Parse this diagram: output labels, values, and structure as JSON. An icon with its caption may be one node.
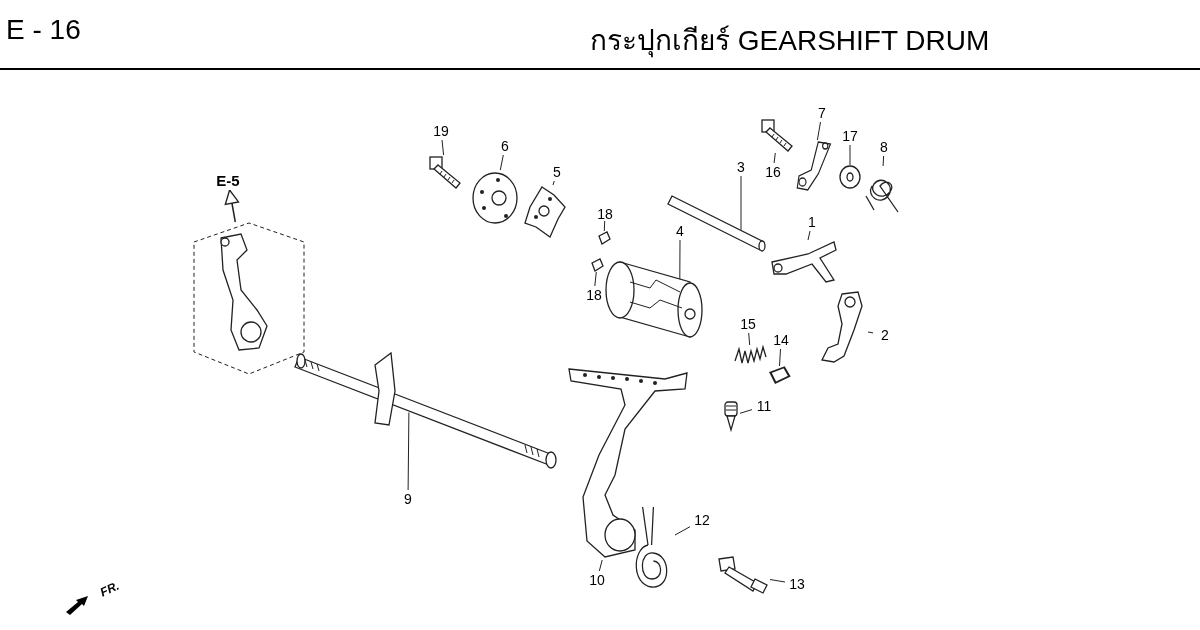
{
  "diagram": {
    "title": "กระปุกเกียร์ GEARSHIFT DRUM",
    "nodes": [
      {
        "text": [
          "E-5"
        ]
      },
      {
        "text": [],
        "shape": "box"
      },
      {
        "text": [],
        "shape": "picture",
        "in": 1
      },
      {
        "text": [
          "19"
        ]
      },
      {
        "text": [],
        "shape": "picture"
      },
      {
        "text": [
          "6"
        ]
      },
      {
        "text": [],
        "shape": "picture"
      },
      {
        "text": [
          "5"
        ]
      },
      {
        "text": [],
        "shape": "picture"
      },
      {
        "text": [
          "3"
        ]
      },
      {
        "text": [],
        "shape": "picture"
      },
      {
        "text": [
          "18"
        ]
      },
      {
        "text": [],
        "shape": "picture"
      },
      {
        "text": [
          "18"
        ]
      },
      {
        "text": [],
        "shape": "picture"
      },
      {
        "text": [
          "4"
        ]
      },
      {
        "text": [],
        "shape": "picture"
      },
      {
        "text": [
          "7"
        ]
      },
      {
        "text": [],
        "shape": "picture"
      },
      {
        "text": [
          "16"
        ]
      },
      {
        "text": [],
        "shape": "picture"
      },
      {
        "text": [
          "17"
        ]
      },
      {
        "text": [],
        "shape": "picture"
      },
      {
        "text": [
          "8"
        ]
      },
      {
        "text": [],
        "shape": "picture"
      },
      {
        "text": [
          "1"
        ]
      },
      {
        "text": [],
        "shape": "picture"
      },
      {
        "text": [
          "2"
        ]
      },
      {
        "text": [],
        "shape": "picture"
      },
      {
        "text": [
          "15"
        ]
      },
      {
        "text": [],
        "shape": "picture"
      },
      {
        "text": [
          "14"
        ]
      },
      {
        "text": [],
        "shape": "picture"
      },
      {
        "text": [
          "11"
        ]
      },
      {
        "text": [],
        "shape": "picture"
      },
      {
        "text": [
          "9"
        ]
      },
      {
        "text": [],
        "shape": "picture"
      },
      {
        "text": [
          "10"
        ]
      },
      {
        "text": [],
        "shape": "picture"
      },
      {
        "text": [
          "12"
        ]
      },
      {
        "text": [],
        "shape": "picture"
      },
      {
        "text": [
          "13"
        ]
      },
      {
        "text": [],
        "shape": "picture"
      }
    ],
    "edges": [
      {
        "from": 1,
        "to": 0,
        "arrow": "to"
      },
      {
        "from": 3,
        "to": 4,
        "arrow": "none"
      },
      {
        "from": 5,
        "to": 6,
        "arrow": "none"
      },
      {
        "from": 7,
        "to": 8,
        "arrow": "none"
      },
      {
        "from": 9,
        "to": 10,
        "arrow": "none"
      },
      {
        "from": 11,
        "to": 12,
        "arrow": "none"
      },
      {
        "from": 13,
        "to": 14,
        "arrow": "none"
      },
      {
        "from": 15,
        "to": 16,
        "arrow": "none"
      },
      {
        "from": 17,
        "to": 18,
        "arrow": "none"
      },
      {
        "from": 19,
        "to": 20,
        "arrow": "none"
      },
      {
        "from": 21,
        "to": 22,
        "arrow": "none"
      },
      {
        "from": 23,
        "to": 24,
        "arrow": "none"
      },
      {
        "from": 25,
        "to": 26,
        "arrow": "none"
      },
      {
        "from": 27,
        "to": 28,
        "arrow": "none"
      },
      {
        "from": 29,
        "to": 30,
        "arrow": "none"
      },
      {
        "from": 31,
        "to": 32,
        "arrow": "none"
      },
      {
        "from": 33,
        "to": 34,
        "arrow": "none"
      },
      {
        "from": 35,
        "to": 36,
        "arrow": "none"
      },
      {
        "from": 37,
        "to": 38,
        "arrow": "none"
      },
      {
        "from": 39,
        "to": 40,
        "arrow": "none"
      },
      {
        "from": 41,
        "to": 42,
        "arrow": "none"
      }
    ],
    "labels": [
      "E - 16",
      "FR."
    ]
  }
}
